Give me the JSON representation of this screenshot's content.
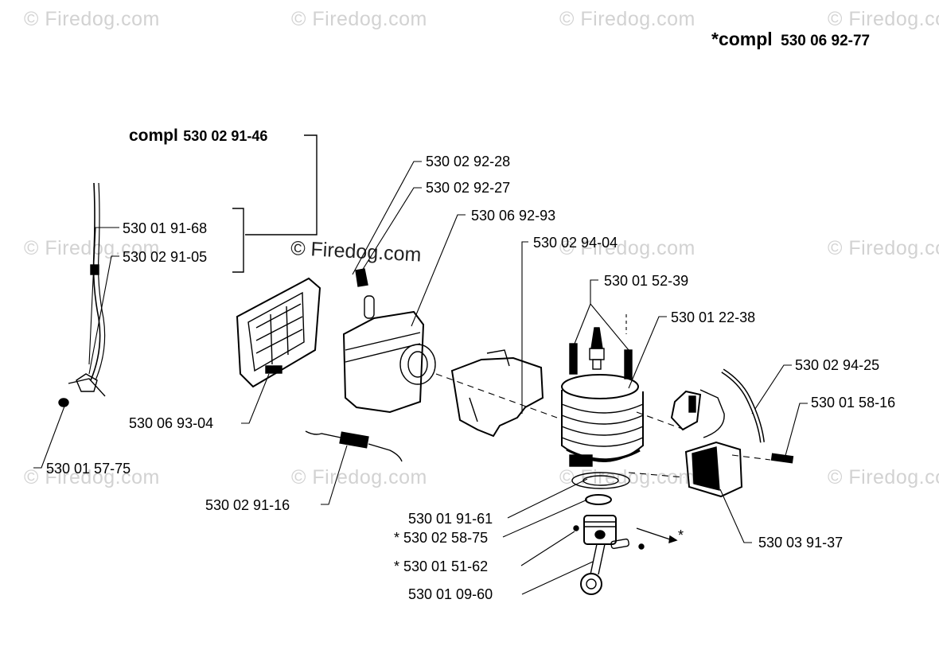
{
  "watermark": "© Firedog.com",
  "header": {
    "assembly_prefix": "*compl",
    "assembly_number": "530 06 92-77"
  },
  "group": {
    "prefix": "compl",
    "number": "530 02 91-46"
  },
  "callouts": {
    "p1": "530 02 92-28",
    "p2": "530 02 92-27",
    "p3": "530 06 92-93",
    "p4": "530 02 94-04",
    "p5": "530 01 52-39",
    "p6": "530 01 22-38",
    "p7": "530 02 94-25",
    "p8": "530 01 58-16",
    "p9": "530 01 91-68",
    "p10": "530 02 91-05",
    "p11": "530 06 93-04",
    "p12": "530 01 57-75",
    "p13": "530 02 91-16",
    "p14": "530 01 91-61",
    "p15": "* 530 02 58-75",
    "p16": "* 530 01 51-62",
    "p17": "530 01 09-60",
    "p18": "530 03 91-37",
    "star": "*"
  }
}
